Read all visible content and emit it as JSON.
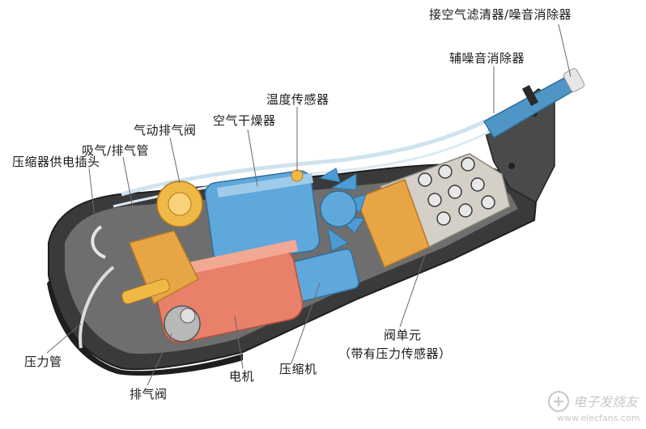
{
  "colors": {
    "background": "#ffffff",
    "housing": "#3a3a3a",
    "dryer_blue": "#5fa8dc",
    "motor_red": "#e8806a",
    "valve_orange": "#e8a545",
    "valve_block": "#d4d0c8",
    "pipe": "#cfe3ef",
    "leader": "#6a6a6a"
  },
  "labels": {
    "filter_silencer": "接空气滤清器/噪音消除器",
    "aux_silencer": "辅噪音消除器",
    "temp_sensor": "温度传感器",
    "air_dryer": "空气干燥器",
    "pneumatic_vent_valve": "气动排气阀",
    "intake_exhaust_pipe": "吸气/排气管",
    "compressor_power_plug": "压缩器供电插头",
    "pressure_pipe": "压力管",
    "motor": "电机",
    "exhaust_valve": "排气阀",
    "compressor": "压缩机",
    "valve_unit": "阀单元",
    "valve_unit_note": "（带有压力传感器）"
  },
  "watermark": {
    "logo_text": "电子发烧友",
    "url": "www.elecfans.com"
  }
}
